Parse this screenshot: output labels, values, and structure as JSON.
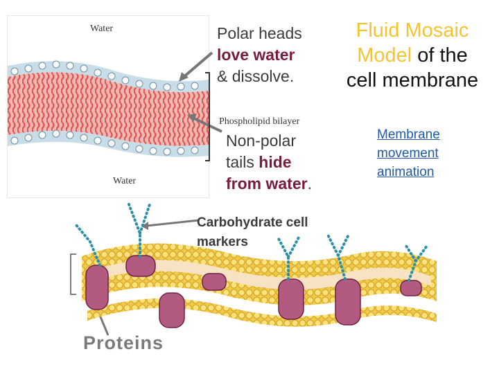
{
  "diagram": {
    "label_water_top": "Water",
    "label_water_bottom": "Water",
    "label_bilayer": "Phospholipid bilayer"
  },
  "polar": {
    "line1": "Polar heads",
    "line2": "love water",
    "line3": "& dissolve."
  },
  "title": {
    "part1": "Fluid Mosaic",
    "part2": "Model",
    "part3": " of the",
    "part4": "cell membrane"
  },
  "nonpolar": {
    "line1": "Non-polar",
    "line2a": "tails ",
    "line2b": "hide",
    "line3a": "from water",
    "line3b": "."
  },
  "link": {
    "line1": "Membrane",
    "line2": "movement",
    "line3": "animation"
  },
  "carbohydrate": {
    "line1": "Carbohydrate cell",
    "line2": "markers"
  },
  "proteins": {
    "label": "Proteins"
  },
  "colors": {
    "accent_yellow": "#f4c430",
    "accent_maroon": "#7a1b3d",
    "link_blue": "#1f5aa6",
    "tail_red": "#d9534f",
    "head_blue": "#9cc3d6",
    "protein_pink": "#b25a80",
    "carb_teal": "#2a8fa7"
  }
}
